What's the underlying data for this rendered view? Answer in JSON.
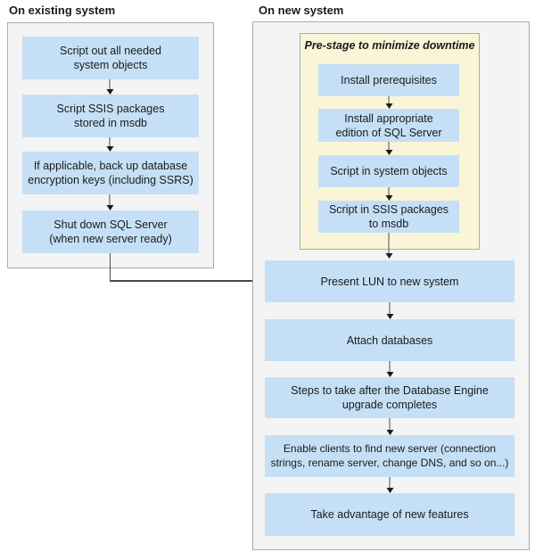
{
  "colors": {
    "step_box": "#c5e0f6",
    "prestage_box": "#fbf5d8",
    "panel_fill": "#f4f4f4",
    "panel_border": "#ababab",
    "connector": "#1a1a1a",
    "text": "#1a1a1a"
  },
  "left_panel": {
    "header": "On existing system",
    "steps": [
      "Script out all needed\nsystem objects",
      "Script SSIS packages\nstored in msdb",
      "If applicable, back up database\nencryption keys (including SSRS)",
      "Shut down SQL Server\n(when new server ready)"
    ]
  },
  "right_panel": {
    "header": "On new system",
    "prestage": {
      "title": "Pre-stage to minimize downtime",
      "steps": [
        "Install prerequisites",
        "Install appropriate\nedition of SQL Server",
        "Script in system objects",
        "Script in SSIS packages\nto msdb"
      ]
    },
    "steps": [
      "Present LUN to new system",
      "Attach databases",
      "Steps to take after the Database Engine\nupgrade completes",
      "Enable clients to find new server (connection\nstrings, rename server, change DNS, and so on...)",
      "Take advantage of new features"
    ]
  }
}
